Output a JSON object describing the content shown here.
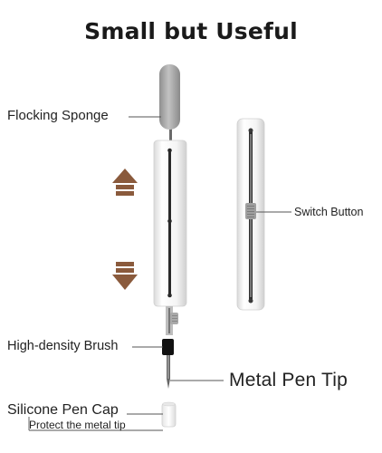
{
  "title": "Small but Useful",
  "labels": {
    "flocking_sponge": "Flocking Sponge",
    "switch_button": "Switch Button",
    "high_density_brush": "High-density Brush",
    "metal_pen_tip": "Metal Pen Tip",
    "silicone_pen_cap": "Silicone Pen Cap",
    "protect_tip": "Protect the metal tip"
  },
  "colors": {
    "arrow": "#8a5a3c",
    "pen_body": "#f7f7f7",
    "sponge": "#a8a8a8",
    "slot": "#2a2a2a",
    "leader": "#555555"
  }
}
